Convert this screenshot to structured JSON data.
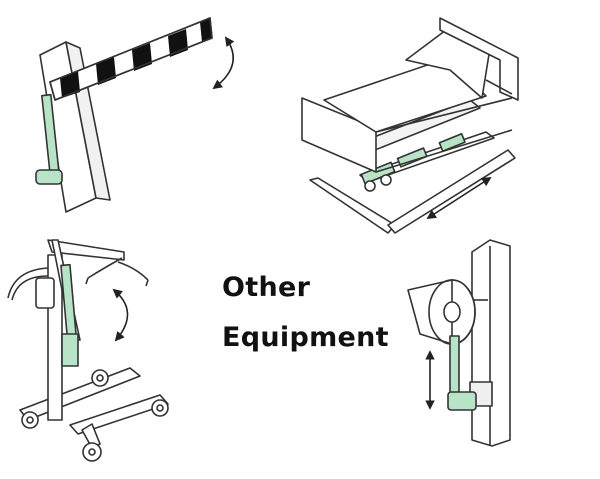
{
  "title": {
    "line1": "Other",
    "line2": "Equipment"
  },
  "colors": {
    "actuator_green": "#b9e3c6",
    "line": "#333333",
    "background": "#ffffff",
    "stripe": "#111111"
  },
  "illustrations": [
    {
      "name": "barrier-gate",
      "icon": "barrier-gate-icon"
    },
    {
      "name": "adjustable-bed",
      "icon": "bed-icon"
    },
    {
      "name": "patient-lift",
      "icon": "patient-lift-icon"
    },
    {
      "name": "wall-mounted-lamp",
      "icon": "lamp-icon"
    }
  ]
}
